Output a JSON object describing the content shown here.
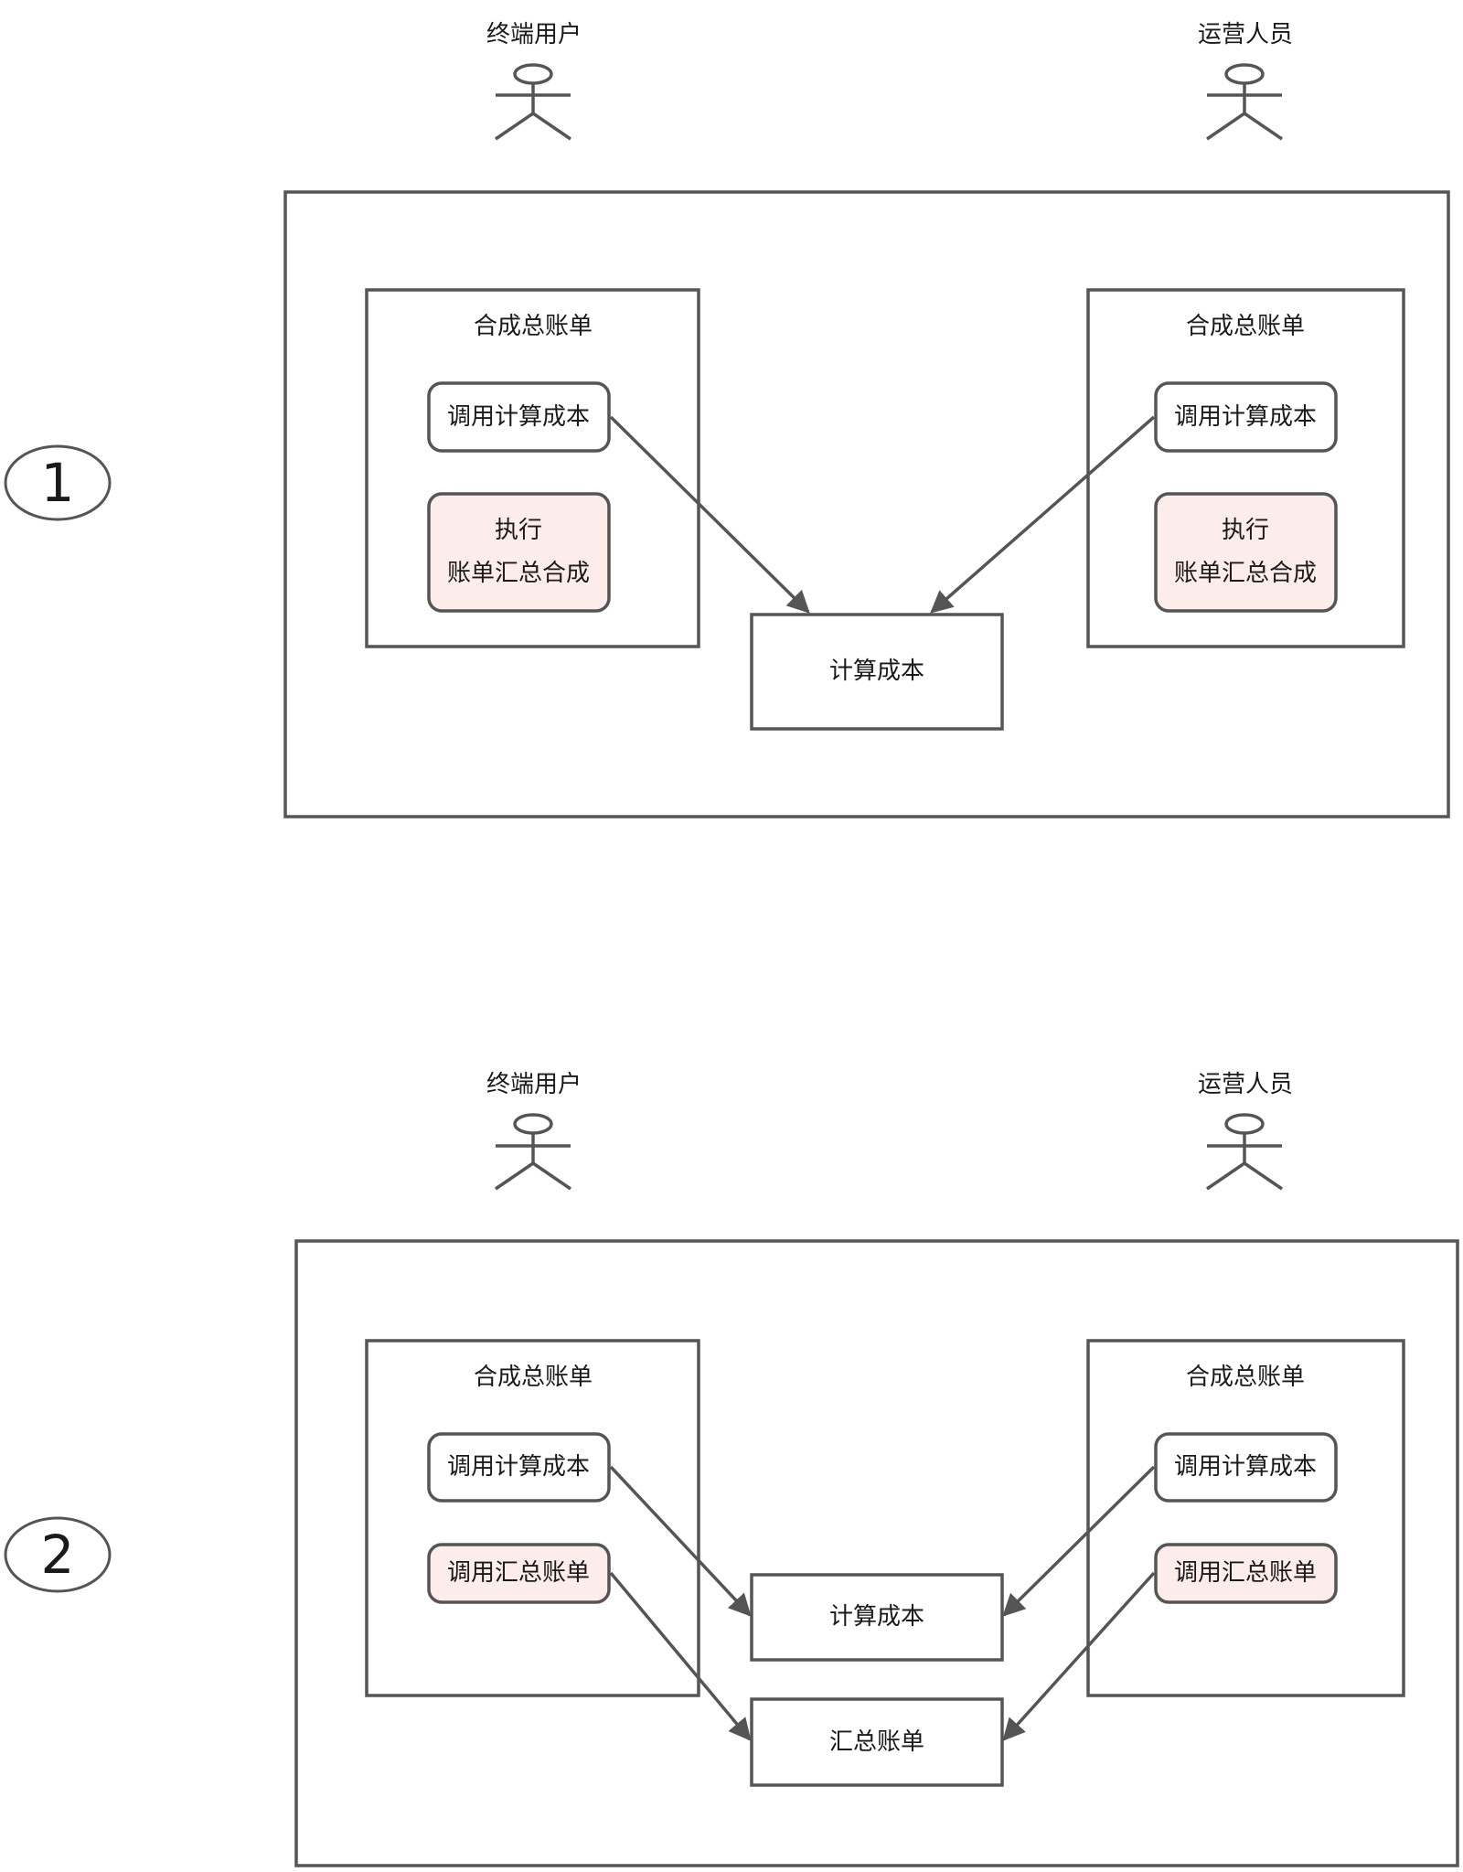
{
  "panel1": {
    "number": "1",
    "actors": {
      "left": "终端用户",
      "right": "运营人员"
    },
    "left_module": {
      "title": "合成总账单",
      "call_cost": "调用计算成本",
      "exec_line1": "执行",
      "exec_line2": "账单汇总合成"
    },
    "right_module": {
      "title": "合成总账单",
      "call_cost": "调用计算成本",
      "exec_line1": "执行",
      "exec_line2": "账单汇总合成"
    },
    "cost_service": "计算成本"
  },
  "panel2": {
    "number": "2",
    "actors": {
      "left": "终端用户",
      "right": "运营人员"
    },
    "left_module": {
      "title": "合成总账单",
      "call_cost": "调用计算成本",
      "call_summary": "调用汇总账单"
    },
    "right_module": {
      "title": "合成总账单",
      "call_cost": "调用计算成本",
      "call_summary": "调用汇总账单"
    },
    "cost_service": "计算成本",
    "summary_service": "汇总账单"
  },
  "colors": {
    "stroke": "#555555",
    "pink_fill": "#fcecea",
    "text": "#1a1a1a"
  }
}
